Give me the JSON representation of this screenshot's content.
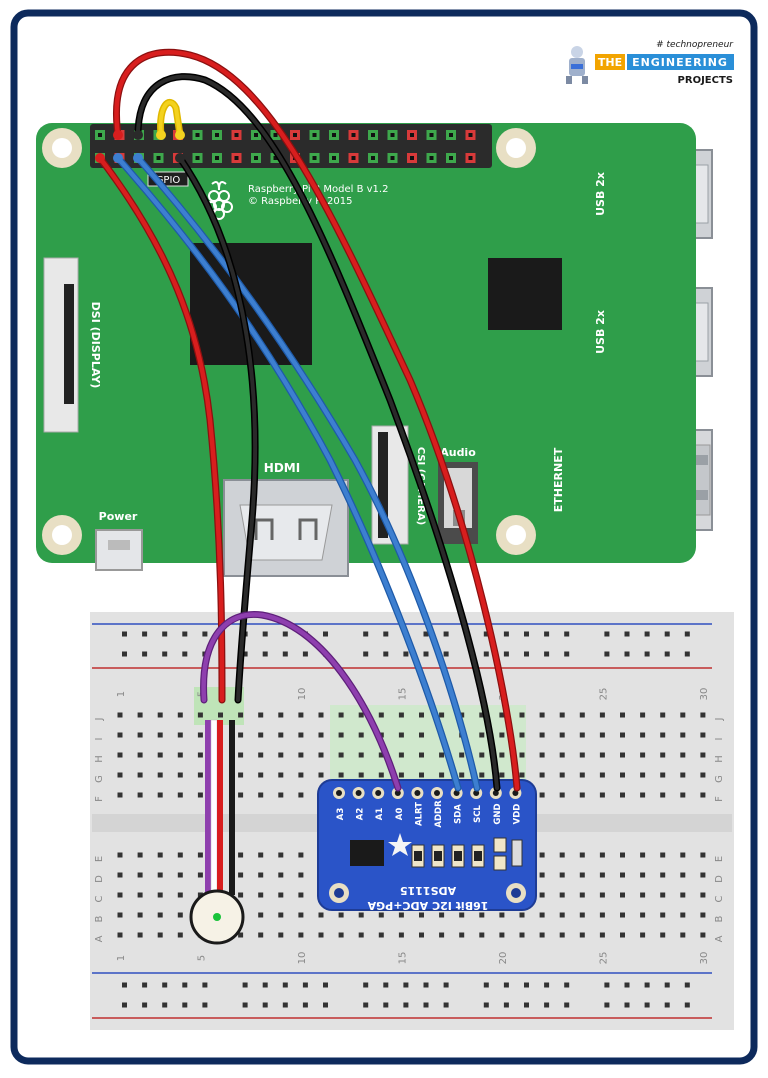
{
  "logo": {
    "tag": "# technopreneur",
    "line1_a": "THE",
    "line1_b": "ENGINEERING",
    "line2": "PROJECTS"
  },
  "pi": {
    "model": "Raspberry Pi 3 Model B v1.2",
    "copyright": "© Raspberry Pi 2015",
    "gpio": "GPIO",
    "dsi": "DSI (DISPLAY)",
    "hdmi": "HDMI",
    "power": "Power",
    "audio": "Audio",
    "camera": "CSI (CAMERA)",
    "usb_top": "USB 2x",
    "usb_bottom": "USB 2x",
    "ethernet": "ETHERNET"
  },
  "breadboard": {
    "col_top": [
      "1",
      "5",
      "10",
      "15",
      "20",
      "25",
      "30"
    ],
    "col_bottom": [
      "1",
      "5",
      "10",
      "15",
      "20",
      "25",
      "30"
    ],
    "rows_top": [
      "J",
      "I",
      "H",
      "G",
      "F"
    ],
    "rows_bottom": [
      "E",
      "D",
      "C",
      "B",
      "A"
    ]
  },
  "adc": {
    "pins": [
      "A3",
      "A2",
      "A1",
      "A0",
      "ALRT",
      "ADDR",
      "SDA",
      "SCL",
      "GND",
      "VDD"
    ],
    "part": "ADS1115",
    "desc": "16Bit I2C ADC+PGA"
  },
  "colors": {
    "frame": "#0d2a5c",
    "pcb": "#2f9e4a",
    "wire_red": "#d81e1e",
    "wire_black": "#1a1a1a",
    "wire_blue": "#3d7fd0",
    "wire_yellow": "#f3d21f",
    "wire_purple": "#8e3fae",
    "adc_board": "#2a54c8"
  }
}
